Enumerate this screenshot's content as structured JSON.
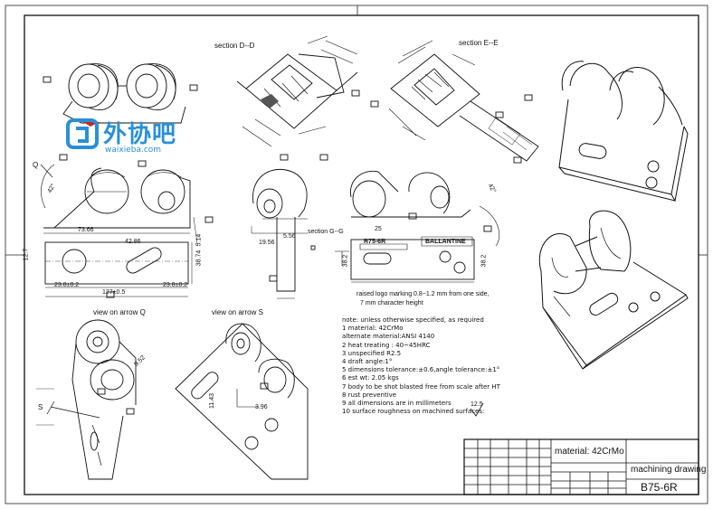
{
  "views": {
    "section_dd": "section D--D",
    "section_ee": "section E--E",
    "section_gg": "section G--G",
    "view_q": "view on arrow Q",
    "view_s": "view on arrow S"
  },
  "labels": {
    "q": "Q",
    "s": "S",
    "marking_left": "R75-6R",
    "marking_right": "BALLANTINE",
    "logo_note_1": "raised logo marking 0.8~1.2 mm from one side,",
    "logo_note_2": "7 mm character height"
  },
  "dimensions": {
    "d1": "73.66",
    "d2": "5.14",
    "d3": "38.74",
    "d4": "127±0.5",
    "d5": "23.8±0.2",
    "d6": "23.8±0.2",
    "d7": "42.86",
    "d8": "19.56",
    "d9": "5.56",
    "d10": "38.2",
    "d11": "38.2",
    "d12": "12.7",
    "d13": "25",
    "d14": "9.52",
    "d15": "11.43",
    "d16": "3.96",
    "d17": "42°",
    "d18": "42°"
  },
  "notes": [
    "note: unless otherwise specified, as required",
    "1   material: 42CrMo",
    "     alternate material:ANSI 4140",
    "2   heat treating : 40~45HRC",
    "3   unspecified R2.5",
    "4   draft angle:1°",
    "5   dimensions tolerance:±0.6,angle tolerance:±1°",
    "6   est wt:  2.05 kgs",
    "7   body to be shot blasted free from scale after HT",
    "8   rust preventive",
    "9   all dimensions are in millimeters",
    "10  surface roughness on machined surfaces:"
  ],
  "roughness": "12.5",
  "title_block": {
    "material": "material: 42CrMo",
    "drawing_type": "machining drawing",
    "part_no": "B75-6R"
  },
  "logo": {
    "cn": "外协吧",
    "en": "waixieba.com",
    "color": "#2a8fd8"
  }
}
